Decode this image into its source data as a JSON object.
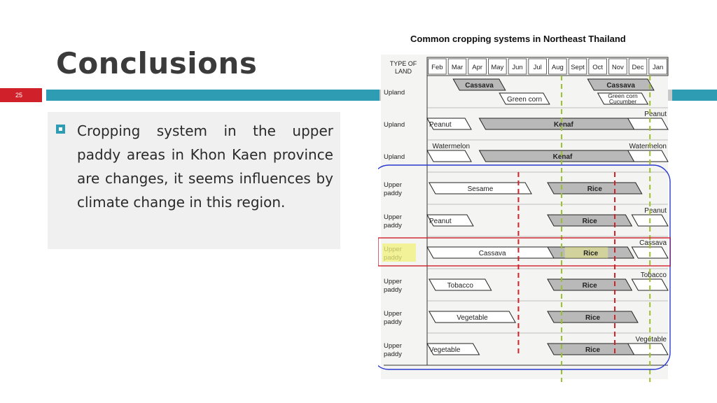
{
  "slide": {
    "title": "Conclusions",
    "number": "25",
    "bullet": "Cropping system in the upper paddy areas in Khon Kaen province are changes, it seems influences by climate change in this region.",
    "caption": "Common cropping systems in Northeast Thailand"
  },
  "colors": {
    "accent_teal": "#2e9db3",
    "accent_red": "#d0202a",
    "title_gray": "#3b3b3b"
  },
  "table": {
    "corner": [
      "TYPE OF",
      "LAND"
    ],
    "months": [
      "Feb",
      "Mar",
      "Apr",
      "May",
      "Jun",
      "Jul",
      "Aug",
      "Sept",
      "Oct",
      "Nov",
      "Dec",
      "Jan"
    ],
    "rows": [
      {
        "land": [
          "Upland"
        ],
        "bars": [
          {
            "text": "Cassava",
            "start": 1.3,
            "end": 3.9,
            "shaded": true
          },
          {
            "text": "Cassava",
            "start": 8.0,
            "end": 11.3,
            "shaded": true
          },
          {
            "text": "Green corn",
            "start": 3.6,
            "end": 6.1,
            "shaded": false,
            "level": "low"
          },
          {
            "text": "Green corn\nCucumber",
            "start": 8.5,
            "end": 11.0,
            "shaded": false,
            "level": "low"
          }
        ]
      },
      {
        "land": [
          "Upland"
        ],
        "bars": [
          {
            "text": "Peanut",
            "start": 0.0,
            "end": 2.2,
            "shaded": false
          },
          {
            "text": "Kenaf",
            "start": 2.6,
            "end": 11.0,
            "shaded": true
          },
          {
            "text": "Peanut",
            "start": 10.0,
            "end": 12.0,
            "shaded": false,
            "label": "above"
          }
        ]
      },
      {
        "land": [
          "Upland"
        ],
        "bars": [
          {
            "text": "Watermelon",
            "start": 0.0,
            "end": 2.2,
            "shaded": false,
            "label": "above"
          },
          {
            "text": "Kenaf",
            "start": 2.6,
            "end": 10.9,
            "shaded": true
          },
          {
            "text": "Watermelon",
            "start": 10.0,
            "end": 12.0,
            "shaded": false,
            "label": "above"
          }
        ]
      },
      {
        "land": [
          "Upper",
          "paddy"
        ],
        "bars": [
          {
            "text": "Sesame",
            "start": 0.1,
            "end": 5.2,
            "shaded": false
          },
          {
            "text": "Rice",
            "start": 6.0,
            "end": 10.7,
            "shaded": true
          }
        ]
      },
      {
        "land": [
          "Upper",
          "paddy"
        ],
        "bars": [
          {
            "text": "Peanut",
            "start": 0.0,
            "end": 2.3,
            "shaded": false
          },
          {
            "text": "Rice",
            "start": 6.0,
            "end": 10.2,
            "shaded": true
          },
          {
            "text": "Peanut",
            "start": 10.2,
            "end": 12.0,
            "shaded": false,
            "label": "above"
          }
        ]
      },
      {
        "land": [
          "Upper",
          "paddy"
        ],
        "highlight": true,
        "bars": [
          {
            "text": "Cassava",
            "start": 0.0,
            "end": 6.5,
            "shaded": false,
            "yellow": true
          },
          {
            "text": "Rice",
            "start": 6.0,
            "end": 10.3,
            "shaded": true,
            "yellow": true
          },
          {
            "text": "Cassava",
            "start": 10.2,
            "end": 12.0,
            "shaded": false,
            "label": "above",
            "yellow": true
          }
        ]
      },
      {
        "land": [
          "Upper",
          "paddy"
        ],
        "bars": [
          {
            "text": "Tobacco",
            "start": 0.1,
            "end": 3.2,
            "shaded": false
          },
          {
            "text": "Rice",
            "start": 6.0,
            "end": 10.2,
            "shaded": true
          },
          {
            "text": "Tobacco",
            "start": 10.2,
            "end": 12.0,
            "shaded": false,
            "label": "above"
          }
        ]
      },
      {
        "land": [
          "Upper",
          "paddy"
        ],
        "bars": [
          {
            "text": "Vegetable",
            "start": 0.1,
            "end": 4.4,
            "shaded": false
          },
          {
            "text": "Rice",
            "start": 6.0,
            "end": 10.5,
            "shaded": true
          }
        ]
      },
      {
        "land": [
          "Upper",
          "paddy"
        ],
        "bars": [
          {
            "text": "Vegetable",
            "start": 0.0,
            "end": 2.6,
            "shaded": false
          },
          {
            "text": "Rice",
            "start": 6.0,
            "end": 10.5,
            "shaded": true
          },
          {
            "text": "Vegetable",
            "start": 10.0,
            "end": 12.0,
            "shaded": false,
            "label": "above"
          }
        ]
      }
    ],
    "lines": [
      {
        "month_pos": 4.55,
        "color": "#d0202a",
        "from_row": 3,
        "to_row": 8
      },
      {
        "month_pos": 6.7,
        "color": "#9cbf2e",
        "from_row": 0,
        "to_row": 9
      },
      {
        "month_pos": 9.35,
        "color": "#d0202a",
        "from_row": 3,
        "to_row": 8
      },
      {
        "month_pos": 11.1,
        "color": "#9cbf2e",
        "from_row": 0,
        "to_row": 9
      }
    ]
  }
}
